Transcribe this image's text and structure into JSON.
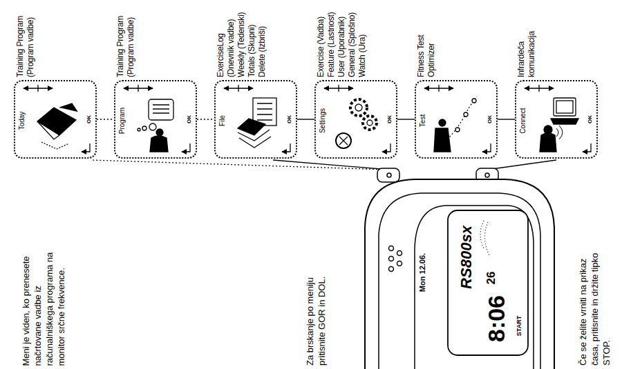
{
  "diagram": {
    "nodes": [
      {
        "text": [
          "Training Program",
          "(Program vadbe)",
          "Today",
          "OK"
        ]
      },
      {
        "text": [
          "Training Program",
          "(Program vadbe)",
          "Program",
          "OK"
        ]
      },
      {
        "text": [
          "ExerciseLog",
          "(Dnevnik vadbe)",
          "Weekly (Tedenski)",
          "Totals (Skupni)",
          "Delete (Izbriši)",
          "File",
          "OK"
        ]
      },
      {
        "text": [
          "Exercise (Vadba)",
          "Feature (Lastnost)",
          "User (Uporabnik)",
          "General (Splošno)",
          "Watch (Ura)",
          "Settings",
          "OK"
        ]
      },
      {
        "text": [
          "Fitness Test",
          "Optimizer",
          "Test",
          "OK"
        ]
      },
      {
        "text": [
          "Infrardeča",
          "komunikacija",
          "Connect",
          "OK"
        ]
      }
    ],
    "edges": [
      {
        "from": 0,
        "to": 1,
        "arrow": "none"
      },
      {
        "from": 1,
        "to": 2,
        "arrow": "none"
      },
      {
        "from": 2,
        "to": 3,
        "arrow": "none"
      },
      {
        "from": 3,
        "to": 4,
        "arrow": "none"
      },
      {
        "from": 4,
        "to": 5,
        "arrow": "none"
      }
    ],
    "labels": [
      "Meni je viden, ko prenesete načrtovane vadbe iz računalniškega programa na monitor srčne frekvence.",
      "Za brskanje po meniju pritisnite GOR in DOL.",
      "Če se želite vrniti na prikaz časa, pritisnite in držite tipko STOP.",
      "Mon 12.06.",
      "RS800sx",
      "8:06",
      "26",
      "START"
    ]
  }
}
